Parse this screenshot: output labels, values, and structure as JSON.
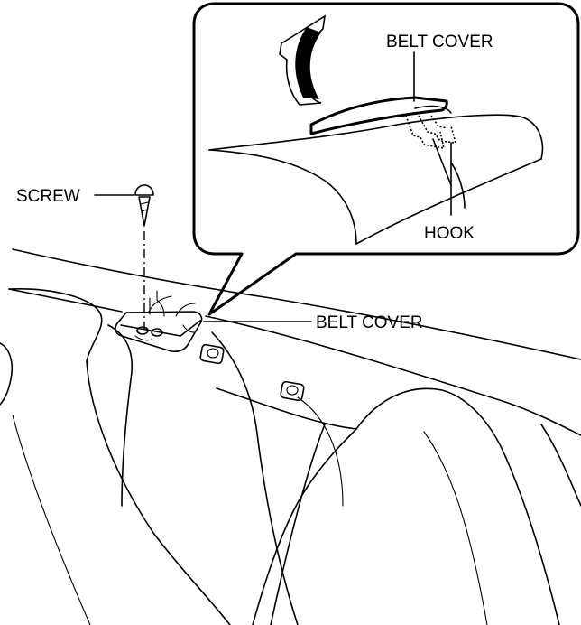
{
  "labels": {
    "screw": "SCREW",
    "belt_cover_main": "BELT COVER",
    "belt_cover_detail": "BELT COVER",
    "hook": "HOOK"
  }
}
